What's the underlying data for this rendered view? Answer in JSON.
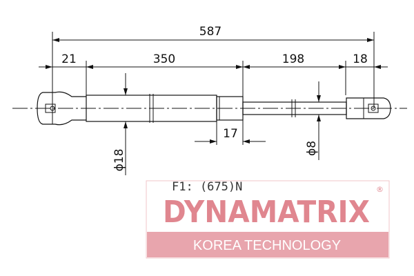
{
  "drawing": {
    "overall_length": "587",
    "left_end_length": "21",
    "cylinder_length": "350",
    "rod_length": "198",
    "right_end_length": "18",
    "ring_offset": "17",
    "cylinder_diameter": "ϕ18",
    "rod_diameter": "ϕ8",
    "force": "F1: (675)N"
  },
  "watermark": {
    "brand": "DYNAMATRIX",
    "registered": "®",
    "tagline": "KOREA TECHNOLOGY",
    "color": "#e0868f",
    "band_color": "#e8a5ad"
  }
}
